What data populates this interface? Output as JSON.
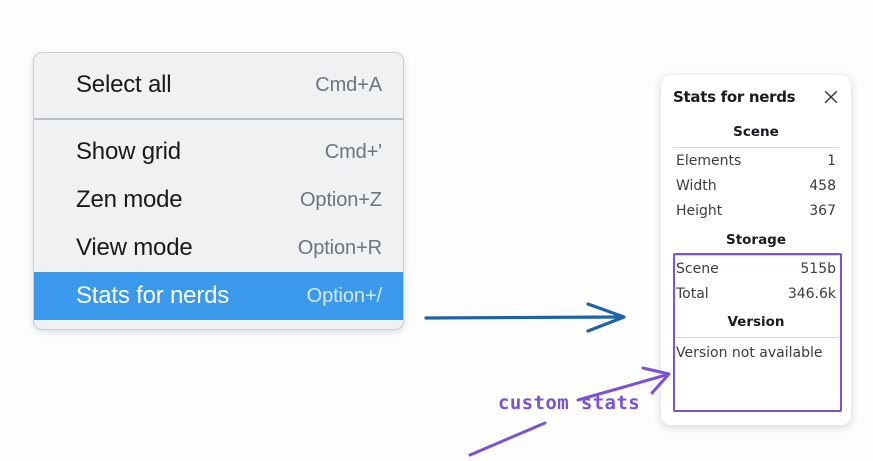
{
  "context_menu": {
    "groups": [
      {
        "items": [
          {
            "label": "Select all",
            "shortcut": "Cmd+A",
            "selected": false
          }
        ]
      },
      {
        "items": [
          {
            "label": "Show grid",
            "shortcut": "Cmd+'",
            "selected": false
          },
          {
            "label": "Zen mode",
            "shortcut": "Option+Z",
            "selected": false
          },
          {
            "label": "View mode",
            "shortcut": "Option+R",
            "selected": false
          },
          {
            "label": "Stats for nerds",
            "shortcut": "Option+/",
            "selected": true
          }
        ]
      }
    ],
    "highlight_color": "#3b99ec"
  },
  "stats_panel": {
    "title": "Stats for nerds",
    "close_icon": "close-icon",
    "sections": [
      {
        "heading": "Scene",
        "rows": [
          {
            "label": "Elements",
            "value": "1"
          },
          {
            "label": "Width",
            "value": "458"
          },
          {
            "label": "Height",
            "value": "367"
          }
        ]
      },
      {
        "heading": "Storage",
        "rows": [
          {
            "label": "Scene",
            "value": "515b"
          },
          {
            "label": "Total",
            "value": "346.6k"
          }
        ]
      },
      {
        "heading": "Version",
        "note": "Version not available"
      }
    ]
  },
  "annotations": {
    "custom_stats_label": "custom stats",
    "annotation_color": "#7a52d8",
    "arrow_color": "#1f62a5"
  }
}
